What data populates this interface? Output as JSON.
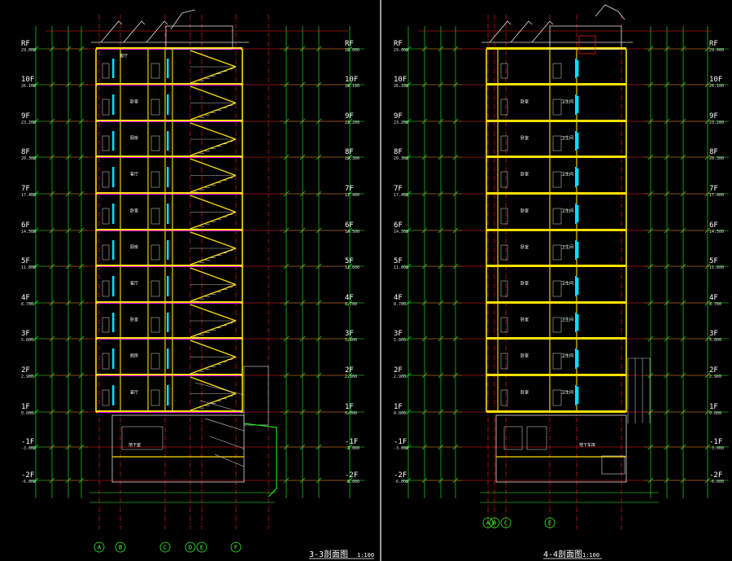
{
  "floors": [
    "RF",
    "10F",
    "9F",
    "8F",
    "7F",
    "6F",
    "5F",
    "4F",
    "3F",
    "2F",
    "1F",
    "-1F",
    "-2F"
  ],
  "floor_elevations": [
    "",
    "29.000",
    "26.100",
    "23.200",
    "20.300",
    "17.400",
    "14.500",
    "11.600",
    "8.700",
    "5.800",
    "2.900",
    "0.000",
    "-3.000",
    "-6.000"
  ],
  "section_left": {
    "title": "3-3剖面图",
    "scale": "1:100",
    "axes": [
      "A",
      "B",
      "C",
      "D",
      "E",
      "F"
    ],
    "room_labels": [
      "客厅",
      "卧室",
      "厨房"
    ],
    "basement_label": "地下室"
  },
  "section_right": {
    "title": "4-4剖面图",
    "scale": "1:100",
    "axes": [
      "A",
      "B",
      "C",
      "E"
    ],
    "room_labels": [
      "卧室",
      "卫生间"
    ],
    "basement_label": "地下车库"
  },
  "colors": {
    "background": "#000000",
    "axis_line": "#ff2020",
    "dimension": "#20ff20",
    "wall": "#ffe000",
    "window": "#00e0ff",
    "slab": "#ff00ff",
    "text": "#ffffff"
  }
}
